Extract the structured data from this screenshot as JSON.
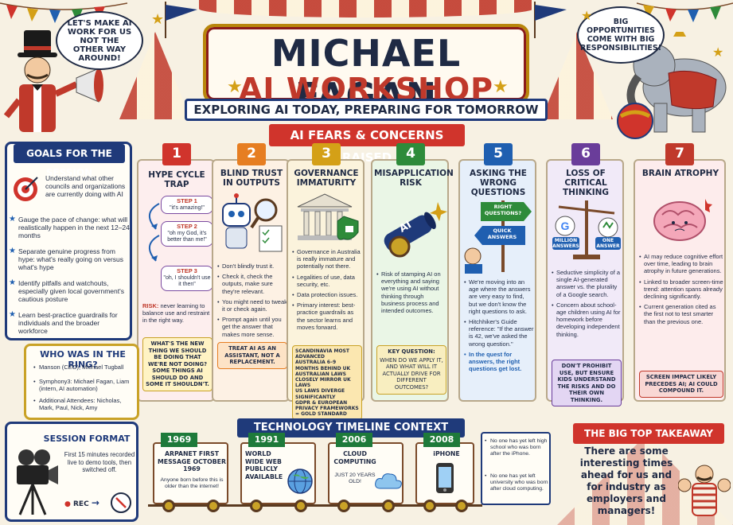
{
  "header": {
    "title_line1": "MICHAEL FAGAN",
    "title_line2": "AI WORKSHOP",
    "subtitle": "EXPLORING AI TODAY, PREPARING FOR TOMORROW",
    "fears_ribbon": "AI FEARS & CONCERNS RAISED",
    "left_bubble": "LET'S MAKE AI WORK FOR US NOT THE OTHER WAY AROUND!",
    "right_bubble": "BIG OPPORTUNITIES COME WITH BIG RESPONSIBILITIES!"
  },
  "goals": {
    "title": "GOALS FOR THE SESSION",
    "items": [
      "Understand what other councils and organizations are currently doing with AI",
      "Gauge the pace of change: what will realistically happen in the next 12–24 months",
      "Separate genuine progress from hype: what's really going on versus what's hype",
      "Identify pitfalls and watchouts, especially given local government's cautious posture",
      "Learn best-practice guardrails for individuals and the broader workforce"
    ]
  },
  "ring": {
    "title": "WHO WAS IN THE RING?",
    "items": [
      "Manson (CEO), Michael Tugball",
      "Symphony3: Michael Fagan, Liam (intern, AI automation)",
      "Additional Attendees: Nicholas, Mark, Paul, Nick, Amy"
    ]
  },
  "session": {
    "title": "SESSION FORMAT",
    "text": "First 15 minutes recorded live to demo tools, then switched off.",
    "rec": "REC"
  },
  "columns": [
    {
      "num": "1",
      "title": "HYPE CYCLE TRAP",
      "steps": [
        {
          "label": "STEP 1",
          "text": "\"it's amazing!\""
        },
        {
          "label": "STEP 2",
          "text": "\"oh my God, it's better than me!\""
        },
        {
          "label": "STEP 3",
          "text": "\"oh, I shouldn't use it then\""
        }
      ],
      "risk_label": "RISK:",
      "risk_text": "never learning to balance use and restraint in the right way.",
      "note": "WHAT'S THE NEW THING WE SHOULD BE DOING THAT WE'RE NOT DOING? SOME THINGS AI SHOULD DO AND SOME IT SHOULDN'T."
    },
    {
      "num": "2",
      "title": "BLIND TRUST IN OUTPUTS",
      "bullets": [
        "Don't blindly trust it.",
        "Check it, check the outputs, make sure they're relevant.",
        "You might need to tweak it or check again.",
        "Prompt again until you get the answer that makes more sense."
      ],
      "note": "TREAT AI AS AN ASSISTANT, NOT A REPLACEMENT."
    },
    {
      "num": "3",
      "title": "GOVERNANCE IMMATURITY",
      "bullets": [
        "Governance in Australia is really immature and potentially not there.",
        "Legalities of use, data security, etc.",
        "Data protection issues.",
        "Primary interest: best-practice guardrails as the sector learns and moves forward."
      ],
      "note_list": [
        "SCANDINAVIA MOST ADVANCED",
        "AUSTRALIA 6–9 MONTHS BEHIND UK",
        "AUSTRALIAN LAWS CLOSELY MIRROR UK LAWS",
        "US LAWS DIVERGE SIGNIFICANTLY",
        "GDPR & EUROPEAN PRIVACY FRAMEWORKS = GOLD STANDARD"
      ]
    },
    {
      "num": "4",
      "title": "MISAPPLICATION RISK",
      "cannon_label": "AI",
      "bullets": [
        "Risk of stamping AI on everything and saying we're using AI without thinking through business process and intended outcomes."
      ],
      "note_title": "KEY QUESTION:",
      "note": "WHEN DO WE APPLY IT, AND WHAT WILL IT ACTUALLY DRIVE FOR DIFFERENT OUTCOMES?"
    },
    {
      "num": "5",
      "title": "ASKING THE WRONG QUESTIONS",
      "sign_top": "RIGHT QUESTIONS?",
      "sign_bottom": "QUICK ANSWERS",
      "bullets": [
        "We're moving into an age where the answers are very easy to find, but we don't know the right questions to ask.",
        "Hitchhiker's Guide reference: \"If the answer is 42, we've asked the wrong question.\"",
        "In the quest for answers, the right questions get lost."
      ]
    },
    {
      "num": "6",
      "title": "LOSS OF CRITICAL THINKING",
      "scale_left": "MILLION ANSWERS",
      "scale_right": "ONE ANSWER",
      "bullets": [
        "Seductive simplicity of a single AI-generated answer vs. the plurality of a Google search.",
        "Concern about school-age children using AI for homework before developing independent thinking."
      ],
      "note": "DON'T PROHIBIT USE, BUT ENSURE KIDS UNDERSTAND THE RISKS AND DO THEIR OWN THINKING."
    },
    {
      "num": "7",
      "title": "BRAIN ATROPHY",
      "bullets": [
        "AI may reduce cognitive effort over time, leading to brain atrophy in future generations.",
        "Linked to broader screen-time trend: attention spans already declining significantly.",
        "Current generation cited as the first not to test smarter than the previous one."
      ],
      "note": "SCREEN IMPACT LIKELY PRECEDES AI; AI COULD COMPOUND IT."
    }
  ],
  "timeline": {
    "title": "TECHNOLOGY TIMELINE CONTEXT",
    "wagons": [
      {
        "year": "1969",
        "text": "ARPANET FIRST MESSAGE OCTOBER 1969",
        "sub": "Anyone born before this is older than the internet!"
      },
      {
        "year": "1991",
        "text": "WORLD WIDE WEB PUBLICLY AVAILABLE",
        "sub": ""
      },
      {
        "year": "2006",
        "text": "CLOUD COMPUTING",
        "sub": "JUST 20 YEARS OLD!"
      },
      {
        "year": "2008",
        "text": "iPHONE",
        "sub": ""
      }
    ],
    "notes": [
      "No one has yet left high school who was born after the iPhone.",
      "No one has yet left university who was born after cloud computing."
    ]
  },
  "takeaway": {
    "title": "THE BIG TOP TAKEAWAY",
    "text": "There are some interesting times ahead for us and for industry as employers and managers!"
  },
  "colors": {
    "navy": "#1f3a7a",
    "red": "#d0342c",
    "col1": "#d0342c",
    "col2": "#e67e22",
    "col3": "#d4a017",
    "col4": "#2e8b3a",
    "col5": "#1f5fb0",
    "col6": "#6a3d9a",
    "col7": "#c0392b"
  }
}
